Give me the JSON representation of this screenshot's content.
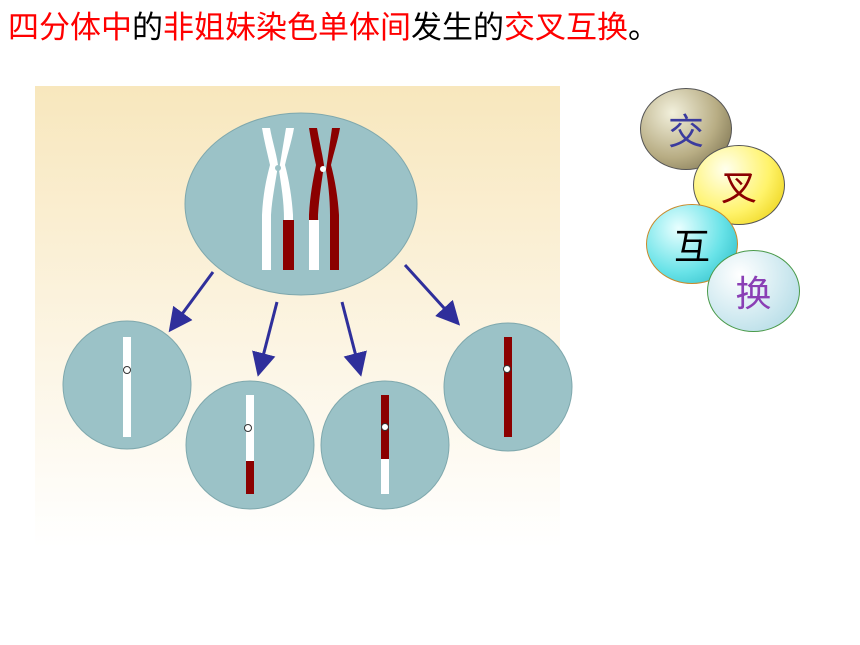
{
  "title": {
    "segments": [
      {
        "text": "四分体中",
        "color": "#ff0000"
      },
      {
        "text": "的",
        "color": "#000000"
      },
      {
        "text": "非姐妹染色单体间",
        "color": "#ff0000"
      },
      {
        "text": "发生的",
        "color": "#000000"
      },
      {
        "text": "交叉互换",
        "color": "#ff0000"
      },
      {
        "text": "。",
        "color": "#000000"
      }
    ]
  },
  "badges": [
    {
      "char": "交",
      "text_color": "#3b3b9e"
    },
    {
      "char": "叉",
      "text_color": "#8b0000"
    },
    {
      "char": "互",
      "text_color": "#000000"
    },
    {
      "char": "换",
      "text_color": "#8a3fb5"
    }
  ],
  "colors": {
    "cell": "#9bc2c7",
    "cell_stroke": "#7fa8ad",
    "white_chromatid": "#ffffff",
    "red_chromatid": "#8b0000",
    "arrow": "#2f2f9b"
  }
}
